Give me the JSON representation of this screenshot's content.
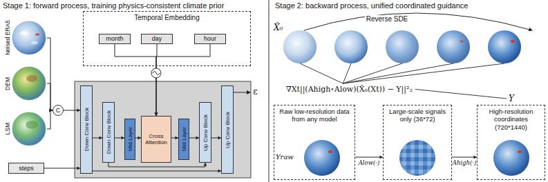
{
  "diagram": {
    "nodes": [
      {
        "text": [
          "Noised ERA5"
        ]
      },
      {
        "text": [
          "DEM"
        ]
      },
      {
        "text": [
          "LSM"
        ]
      },
      {
        "text": [
          "C"
        ]
      },
      {
        "text": [
          "steps"
        ]
      },
      {
        "text": [
          "Temporal Embedding"
        ]
      },
      {
        "text": [
          "month"
        ],
        "in": 5
      },
      {
        "text": [
          "day"
        ],
        "in": 5
      },
      {
        "text": [
          "hour"
        ],
        "in": 5
      },
      {
        "text": [
          "Down Conv Block"
        ]
      },
      {
        "text": [
          "Down Conv Block"
        ]
      },
      {
        "text": [
          "Mid Layer"
        ]
      },
      {
        "text": [
          "Cross Attention"
        ]
      },
      {
        "text": [
          "Mid Layer"
        ]
      },
      {
        "text": [
          "Up Conv Block"
        ]
      },
      {
        "text": [
          "Up Conv Block"
        ]
      },
      {
        "text": [
          "Raw low-resolution data from any model"
        ]
      },
      {
        "text": [
          "Large-scale signals only (36*72)"
        ]
      },
      {
        "text": [
          "High-resolution coordinates (720*1440)"
        ]
      }
    ],
    "edges": [
      {
        "from": 0,
        "to": 3,
        "arrow": "to"
      },
      {
        "from": 1,
        "to": 3,
        "arrow": "to"
      },
      {
        "from": 2,
        "to": 3,
        "arrow": "to"
      },
      {
        "from": 3,
        "to": 9,
        "arrow": "to"
      },
      {
        "from": 4,
        "to": 9,
        "arrow": "to"
      },
      {
        "from": 6,
        "to": 12,
        "arrow": "to"
      },
      {
        "from": 7,
        "to": 12,
        "arrow": "to"
      },
      {
        "from": 8,
        "to": 12,
        "arrow": "to"
      },
      {
        "from": 9,
        "to": 10,
        "arrow": "to"
      },
      {
        "from": 10,
        "to": 11,
        "arrow": "to"
      },
      {
        "from": 11,
        "to": 12,
        "arrow": "to"
      },
      {
        "from": 12,
        "to": 13,
        "arrow": "to"
      },
      {
        "from": 13,
        "to": 14,
        "arrow": "to"
      },
      {
        "from": 14,
        "to": 15,
        "arrow": "to"
      },
      {
        "from": 10,
        "to": 14,
        "arrow": "to"
      },
      {
        "from": 9,
        "to": 15,
        "arrow": "to"
      },
      {
        "from": 16,
        "to": 17,
        "label": "Alow(·)",
        "arrow": "to"
      },
      {
        "from": 17,
        "to": 18,
        "label": "Ahigh(·)",
        "arrow": "to"
      }
    ],
    "labels": [
      "Stage 1: forward process, training physics-consistent climate prior",
      "ε",
      "Stage 2: backward process, unified coordinated guidance",
      "Reverse SDE",
      "X̂₀",
      "∇Xt||(Ahigh∘Alow)(X̂₀(Xt)) − Y||²₂",
      "Yraw",
      "Y"
    ]
  }
}
